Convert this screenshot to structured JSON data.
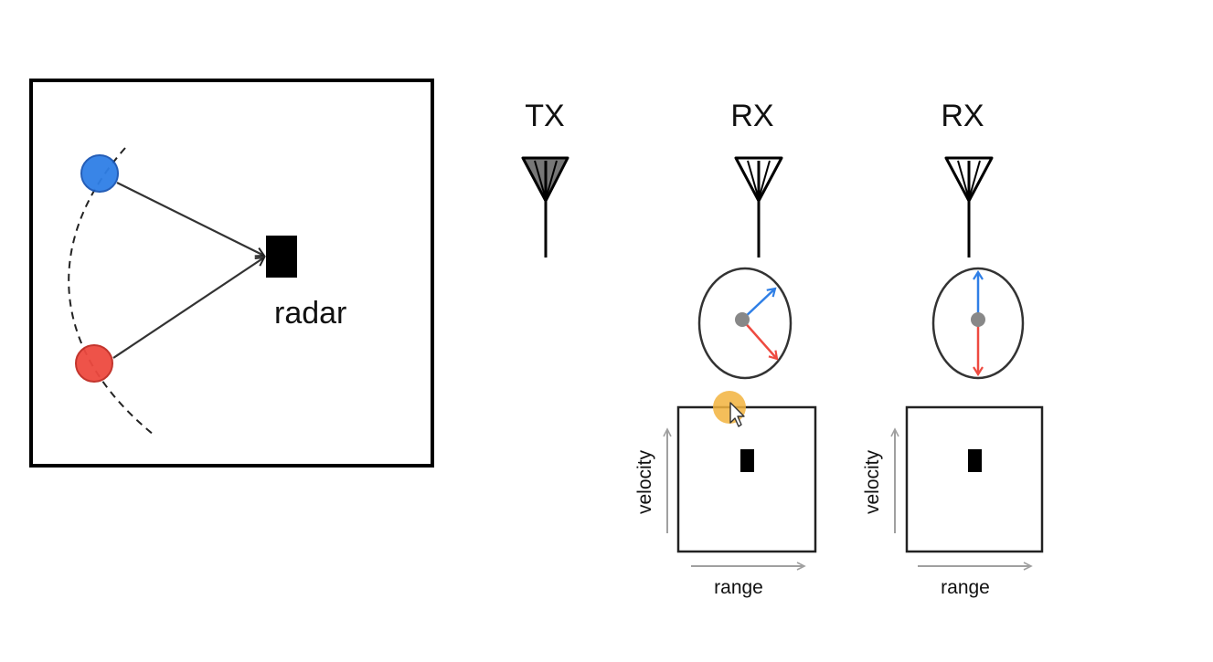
{
  "scene": {
    "radar_label": "radar",
    "colors": {
      "blue_target": "#2f7fe6",
      "red_target": "#ee4a40",
      "radar_box": "#000000",
      "antenna_tx_fill": "#777777",
      "cursor_highlight": "#f2b33d"
    }
  },
  "antennas": {
    "tx_label": "TX",
    "rx1_label": "RX",
    "rx2_label": "RX"
  },
  "plots": {
    "plot1": {
      "y_label": "velocity",
      "x_label": "range"
    },
    "plot2": {
      "y_label": "velocity",
      "x_label": "range"
    }
  }
}
